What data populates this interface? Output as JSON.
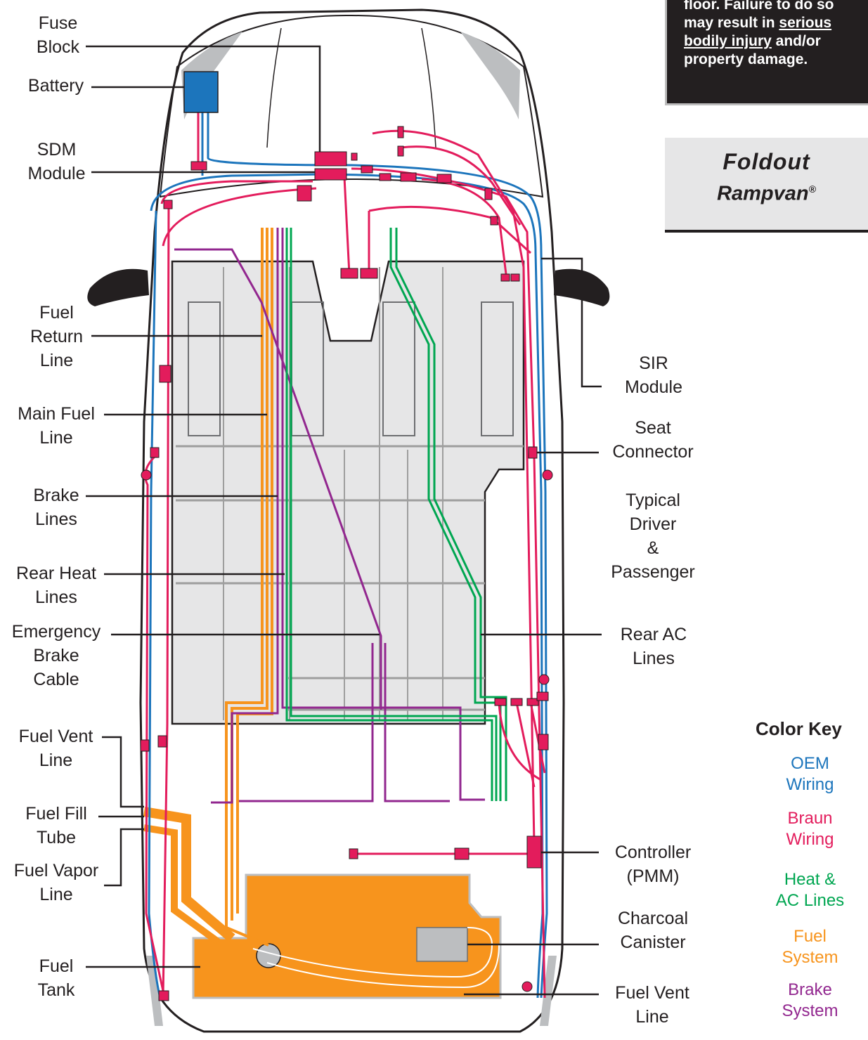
{
  "warning": {
    "line1": "floor.  Failure to do so",
    "line2_pre": "may result  in ",
    "line2_u": "serious",
    "line3_u": "bodily injury",
    "line3_post": " and/or",
    "line4": "property damage."
  },
  "product": {
    "line1": "Foldout",
    "line2": "Rampvan",
    "mark": "®"
  },
  "labels": {
    "fuse_block": [
      "Fuse",
      "Block"
    ],
    "battery": [
      "Battery"
    ],
    "sdm_module": [
      "SDM",
      "Module"
    ],
    "fuel_return_line": [
      "Fuel",
      "Return",
      "Line"
    ],
    "main_fuel_line": [
      "Main Fuel",
      "Line"
    ],
    "brake_lines": [
      "Brake",
      "Lines"
    ],
    "rear_heat_lines": [
      "Rear Heat",
      "Lines"
    ],
    "emergency_brake_cable": [
      "Emergency",
      "Brake",
      "Cable"
    ],
    "fuel_vent_line_left": [
      "Fuel Vent",
      "Line"
    ],
    "fuel_fill_tube": [
      "Fuel Fill",
      "Tube"
    ],
    "fuel_vapor_line": [
      "Fuel Vapor",
      "Line"
    ],
    "fuel_tank": [
      "Fuel",
      "Tank"
    ],
    "sir_module": [
      "SIR",
      "Module"
    ],
    "seat_connector": [
      "Seat",
      "Connector"
    ],
    "typical": [
      "Typical",
      "Driver",
      "&",
      "Passenger"
    ],
    "rear_ac_lines": [
      "Rear AC",
      "Lines"
    ],
    "controller": [
      "Controller",
      "(PMM)"
    ],
    "charcoal_canister": [
      "Charcoal",
      "Canister"
    ],
    "fuel_vent_line_right": [
      "Fuel Vent",
      "Line"
    ]
  },
  "color_key": {
    "title": "Color Key",
    "items": [
      {
        "lines": [
          "OEM",
          "Wiring"
        ],
        "color": "#1c75bc"
      },
      {
        "lines": [
          "Braun",
          "Wiring"
        ],
        "color": "#e31c5c"
      },
      {
        "lines": [
          "Heat &",
          "AC Lines"
        ],
        "color": "#00a651"
      },
      {
        "lines": [
          "Fuel",
          "System"
        ],
        "color": "#f7941d"
      },
      {
        "lines": [
          "Brake",
          "System"
        ],
        "color": "#92278f"
      }
    ]
  },
  "colors": {
    "oem_wiring": "#1c75bc",
    "braun_wiring": "#e31c5c",
    "heat_ac": "#00a651",
    "fuel": "#f7941d",
    "brake": "#92278f",
    "battery": "#1c75bc",
    "floor": "#e6e6e7",
    "canister": "#bcbec0"
  }
}
